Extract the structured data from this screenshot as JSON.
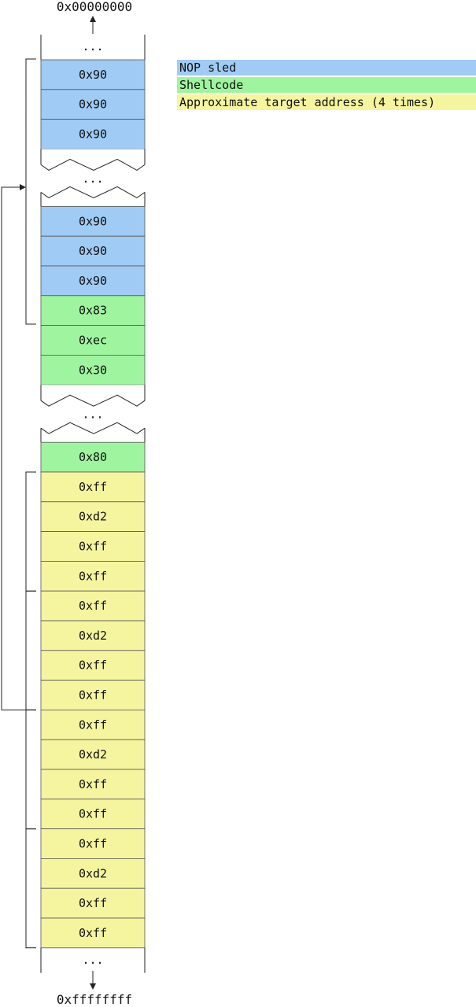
{
  "colors": {
    "nop": "#9fcbf5",
    "shellcode": "#9ff59f",
    "address": "#f5f59f"
  },
  "addresses": {
    "low": "0x00000000",
    "high": "0xffffffff"
  },
  "ellipsis": "...",
  "legend": [
    {
      "label": "NOP sled",
      "type": "nop"
    },
    {
      "label": "Shellcode",
      "type": "shellcode"
    },
    {
      "label": "Approximate target address (4 times)",
      "type": "address"
    }
  ],
  "sections": [
    {
      "kind": "dots"
    },
    {
      "kind": "cells",
      "cells": [
        {
          "label": "0x90",
          "type": "nop"
        },
        {
          "label": "0x90",
          "type": "nop"
        },
        {
          "label": "0x90",
          "type": "nop"
        }
      ]
    },
    {
      "kind": "gap"
    },
    {
      "kind": "cells",
      "cells": [
        {
          "label": "0x90",
          "type": "nop"
        },
        {
          "label": "0x90",
          "type": "nop"
        },
        {
          "label": "0x90",
          "type": "nop"
        },
        {
          "label": "0x83",
          "type": "shellcode"
        },
        {
          "label": "0xec",
          "type": "shellcode"
        },
        {
          "label": "0x30",
          "type": "shellcode"
        }
      ]
    },
    {
      "kind": "gap"
    },
    {
      "kind": "cells",
      "cells": [
        {
          "label": "0x80",
          "type": "shellcode"
        },
        {
          "label": "0xff",
          "type": "address"
        },
        {
          "label": "0xd2",
          "type": "address"
        },
        {
          "label": "0xff",
          "type": "address"
        },
        {
          "label": "0xff",
          "type": "address"
        },
        {
          "label": "0xff",
          "type": "address"
        },
        {
          "label": "0xd2",
          "type": "address"
        },
        {
          "label": "0xff",
          "type": "address"
        },
        {
          "label": "0xff",
          "type": "address"
        },
        {
          "label": "0xff",
          "type": "address"
        },
        {
          "label": "0xd2",
          "type": "address"
        },
        {
          "label": "0xff",
          "type": "address"
        },
        {
          "label": "0xff",
          "type": "address"
        },
        {
          "label": "0xff",
          "type": "address"
        },
        {
          "label": "0xd2",
          "type": "address"
        },
        {
          "label": "0xff",
          "type": "address"
        },
        {
          "label": "0xff",
          "type": "address"
        }
      ]
    },
    {
      "kind": "dots"
    }
  ]
}
